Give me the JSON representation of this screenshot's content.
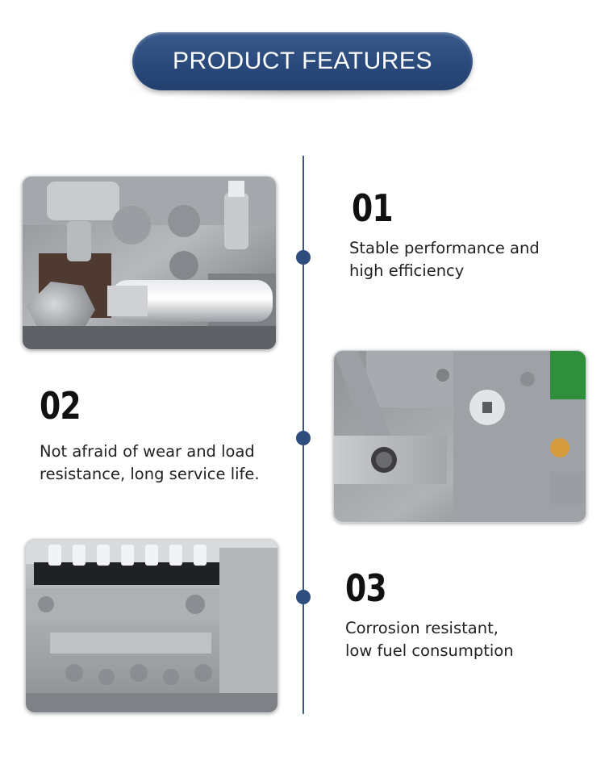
{
  "banner": {
    "title": "PRODUCT FEATURES"
  },
  "features": [
    {
      "number": "01",
      "text": "Stable performance and\nhigh efficiency"
    },
    {
      "number": "02",
      "text": "Not afraid of wear and load\nresistance, long service life."
    },
    {
      "number": "03",
      "text": "Corrosion resistant,\nlow fuel consumption"
    }
  ],
  "colors": {
    "banner": "#2b4a7c",
    "timeline": "#3d5a86",
    "text": "#222222"
  }
}
